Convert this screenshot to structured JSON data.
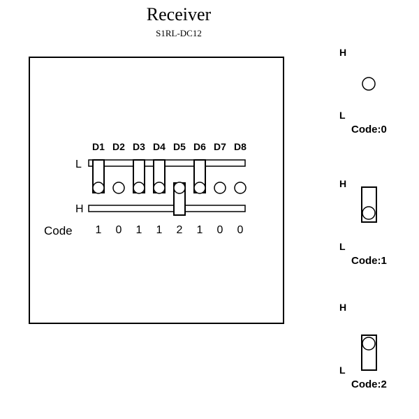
{
  "title": "Receiver",
  "subtitle": "S1RL-DC12",
  "dip_switch": {
    "row_low_label": "L",
    "row_high_label": "H",
    "code_label": "Code",
    "switches": [
      {
        "label": "D1",
        "code": "1"
      },
      {
        "label": "D2",
        "code": "0"
      },
      {
        "label": "D3",
        "code": "1"
      },
      {
        "label": "D4",
        "code": "1"
      },
      {
        "label": "D5",
        "code": "2"
      },
      {
        "label": "D6",
        "code": "1"
      },
      {
        "label": "D7",
        "code": "0"
      },
      {
        "label": "D8",
        "code": "0"
      }
    ]
  },
  "legend": [
    {
      "high_label": "H",
      "low_label": "L",
      "caption": "Code:0",
      "code": 0
    },
    {
      "high_label": "H",
      "low_label": "L",
      "caption": "Code:1",
      "code": 1
    },
    {
      "high_label": "H",
      "low_label": "L",
      "caption": "Code:2",
      "code": 2
    }
  ]
}
